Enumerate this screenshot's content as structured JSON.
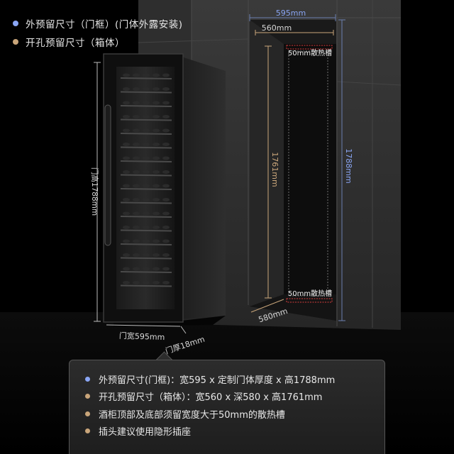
{
  "legend": [
    {
      "label": "外预留尺寸（门框）(门体外露安装)",
      "color": "#8aa6f5"
    },
    {
      "label": "开孔预留尺寸（箱体）",
      "color": "#c9a57a"
    }
  ],
  "dimensions": {
    "cabinet_width": "595mm",
    "cavity_width": "560mm",
    "top_vent": "50mm散热槽",
    "bottom_vent": "50mm散热槽",
    "cavity_height": "1761mm",
    "frame_height": "1788mm",
    "cavity_depth": "580mm",
    "door_height": "门高1788mm",
    "door_width": "门宽595mm",
    "door_thickness": "门厚18mm"
  },
  "specs": [
    {
      "text": "外预留尺寸(门框)：宽595 x 定制门体厚度 x 高1788mm",
      "color": "#8aa6f5"
    },
    {
      "text": "开孔预留尺寸（箱体）：宽560 x 深580 x 高1761mm",
      "color": "#c9a57a"
    },
    {
      "text": "酒柜顶部及底部须留宽度大于50mm的散热槽",
      "color": "#c9a57a"
    },
    {
      "text": "插头建议使用隐形插座",
      "color": "#c9a57a"
    }
  ],
  "colors": {
    "frame_dim": "#6b7fb0",
    "cavity_dim": "#c9a57a",
    "vent": "#d33b3b"
  }
}
